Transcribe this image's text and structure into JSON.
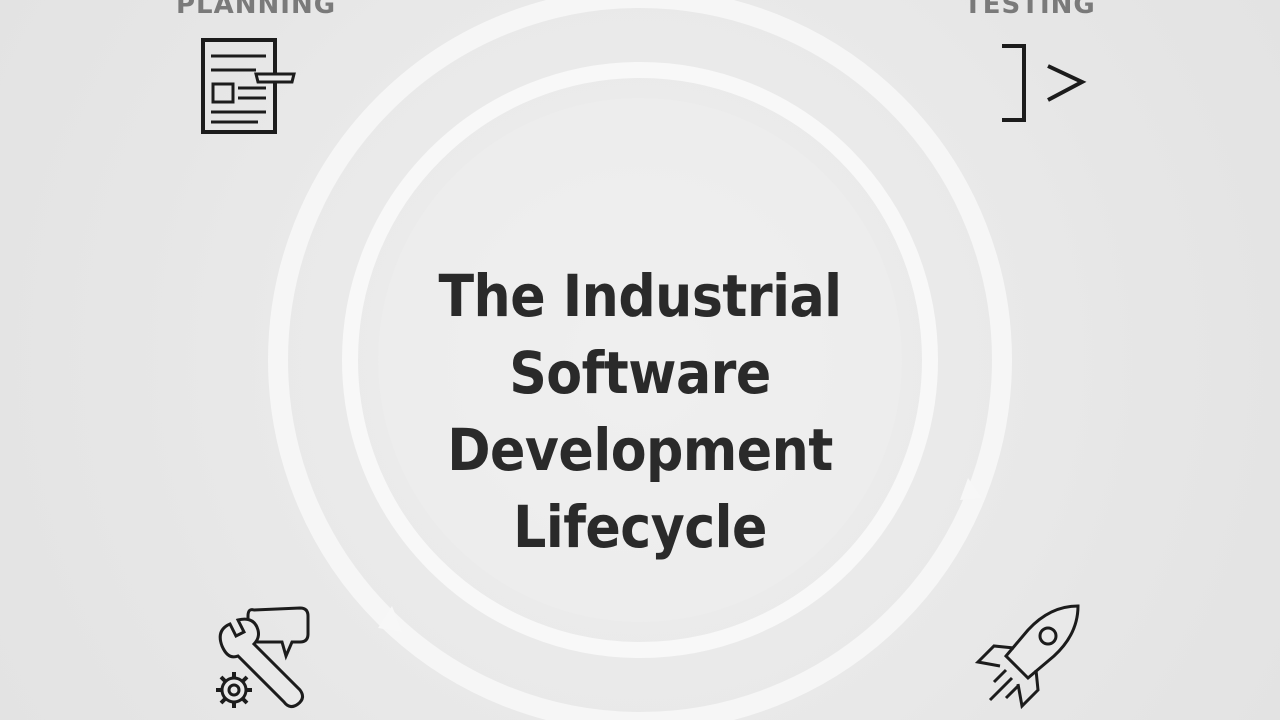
{
  "diagram": {
    "title_lines": [
      "The Industrial",
      "Software Development",
      "Lifecycle"
    ],
    "stages": {
      "top_left": {
        "label": "PLANNING",
        "icon": "document-icon"
      },
      "top_right": {
        "label": "TESTING",
        "icon": "terminal-prompt-icon"
      },
      "bottom_left": {
        "label": "",
        "icon": "wrench-gear-chat-icon"
      },
      "bottom_right": {
        "label": "",
        "icon": "rocket-icon"
      }
    }
  },
  "colors": {
    "background": "#e9e9e9",
    "ring": "#f7f7f7",
    "title_text": "#2a2a2a",
    "label_text": "#7a7a7a",
    "icon_stroke": "#1c1c1c"
  }
}
